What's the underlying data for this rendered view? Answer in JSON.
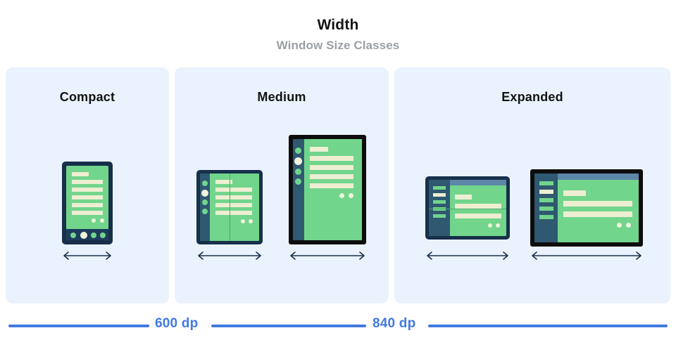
{
  "header": {
    "title": "Width",
    "subtitle": "Window Size Classes"
  },
  "panels": [
    {
      "key": "compact",
      "title": "Compact",
      "devices": [
        "phone-portrait"
      ],
      "arrows": 1
    },
    {
      "key": "medium",
      "title": "Medium",
      "devices": [
        "foldable-portrait",
        "tablet-portrait"
      ],
      "arrows": 2
    },
    {
      "key": "expanded",
      "title": "Expanded",
      "devices": [
        "foldable-landscape",
        "tablet-landscape"
      ],
      "arrows": 2
    }
  ],
  "scale": {
    "breakpoints": [
      {
        "label": "600 dp"
      },
      {
        "label": "840 dp"
      }
    ]
  },
  "colors": {
    "panel_background": "#eaf2fe",
    "screen_green": "#72d58c",
    "content_cream": "#edeed2",
    "rail_navy": "#2f5871",
    "bezel_navy": "#17304a",
    "bezel_black": "#0d0d0d",
    "topbar_blue": "#5c87aa",
    "accent_blue": "#4179e0",
    "title_black": "#131313",
    "subtitle_grey": "#9aa0a6",
    "arrow_navy": "#17304a"
  }
}
